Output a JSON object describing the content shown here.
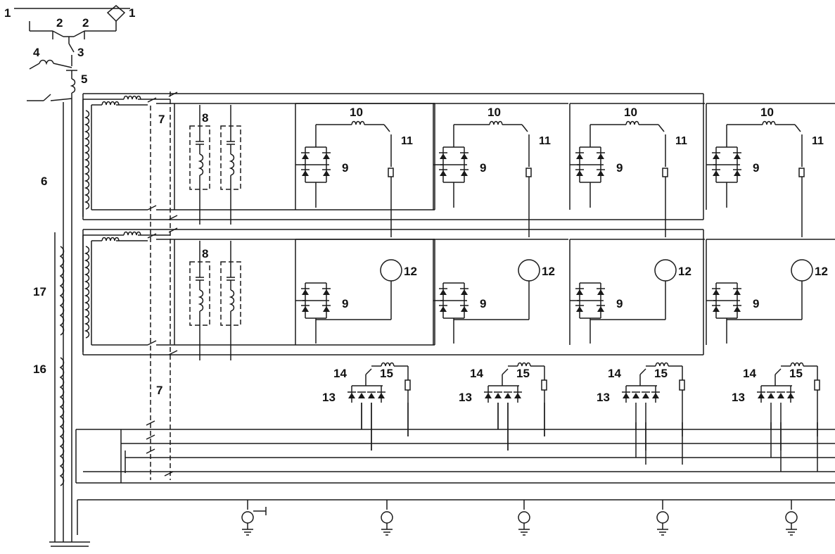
{
  "labels": {
    "l1": "1",
    "l2": "2",
    "l3": "3",
    "l4": "4",
    "l5": "5",
    "l6": "6",
    "l7": "7",
    "l8": "8",
    "l9": "9",
    "l10": "10",
    "l11": "11",
    "l12": "12",
    "l13": "13",
    "l14": "14",
    "l15": "15",
    "l16": "16",
    "l17": "17"
  },
  "counts": {
    "traction_units": 4,
    "traction_groups": 2,
    "auxiliary_units": 4,
    "earthing_points": 5
  }
}
